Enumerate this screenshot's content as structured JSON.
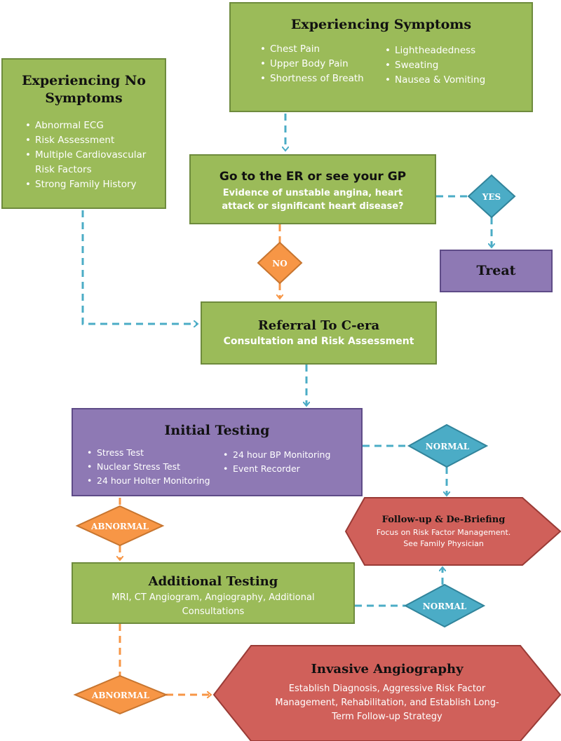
{
  "symptoms": {
    "title": "Experiencing Symptoms",
    "left": [
      "Chest Pain",
      "Upper Body Pain",
      "Shortness of Breath"
    ],
    "right": [
      "Lightheadedness",
      "Sweating",
      "Nausea & Vomiting"
    ]
  },
  "no_symptoms": {
    "title": "Experiencing No Symptoms",
    "items": [
      "Abnormal ECG",
      "Risk Assessment",
      "Multiple Cardiovascular Risk Factors",
      "Strong Family History"
    ]
  },
  "er": {
    "title": "Go to the ER or see your GP",
    "subtitle": "Evidence of unstable angina, heart attack or significant heart disease?"
  },
  "decisions": {
    "yes": "YES",
    "no": "NO",
    "normal1": "NORMAL",
    "normal2": "NORMAL",
    "abnormal1": "ABNORMAL",
    "abnormal2": "ABNORMAL"
  },
  "treat": {
    "title": "Treat"
  },
  "referral": {
    "title": "Referral To C-era",
    "subtitle": "Consultation and Risk Assessment"
  },
  "initial_testing": {
    "title": "Initial Testing",
    "left": [
      "Stress Test",
      "Nuclear Stress Test",
      "24 hour Holter Monitoring"
    ],
    "right": [
      "24 hour BP Monitoring",
      "Event Recorder"
    ]
  },
  "followup": {
    "title": "Follow-up & De-Briefing",
    "line1": "Focus on Risk Factor Management.",
    "line2": "See Family Physician"
  },
  "additional": {
    "title": "Additional Testing",
    "subtitle": "MRI, CT Angiogram, Angiography, Additional Consultations"
  },
  "invasive": {
    "title": "Invasive Angiography",
    "subtitle": "Establish Diagnosis, Aggressive Risk Factor Management, Rehabilitation, and Establish Long-Term Follow-up Strategy"
  },
  "colors": {
    "green": "#9bbb59",
    "purple": "#8e79b4",
    "red": "#d0605a",
    "blue_diamond": "#4bacc6",
    "orange_diamond": "#f79646"
  }
}
